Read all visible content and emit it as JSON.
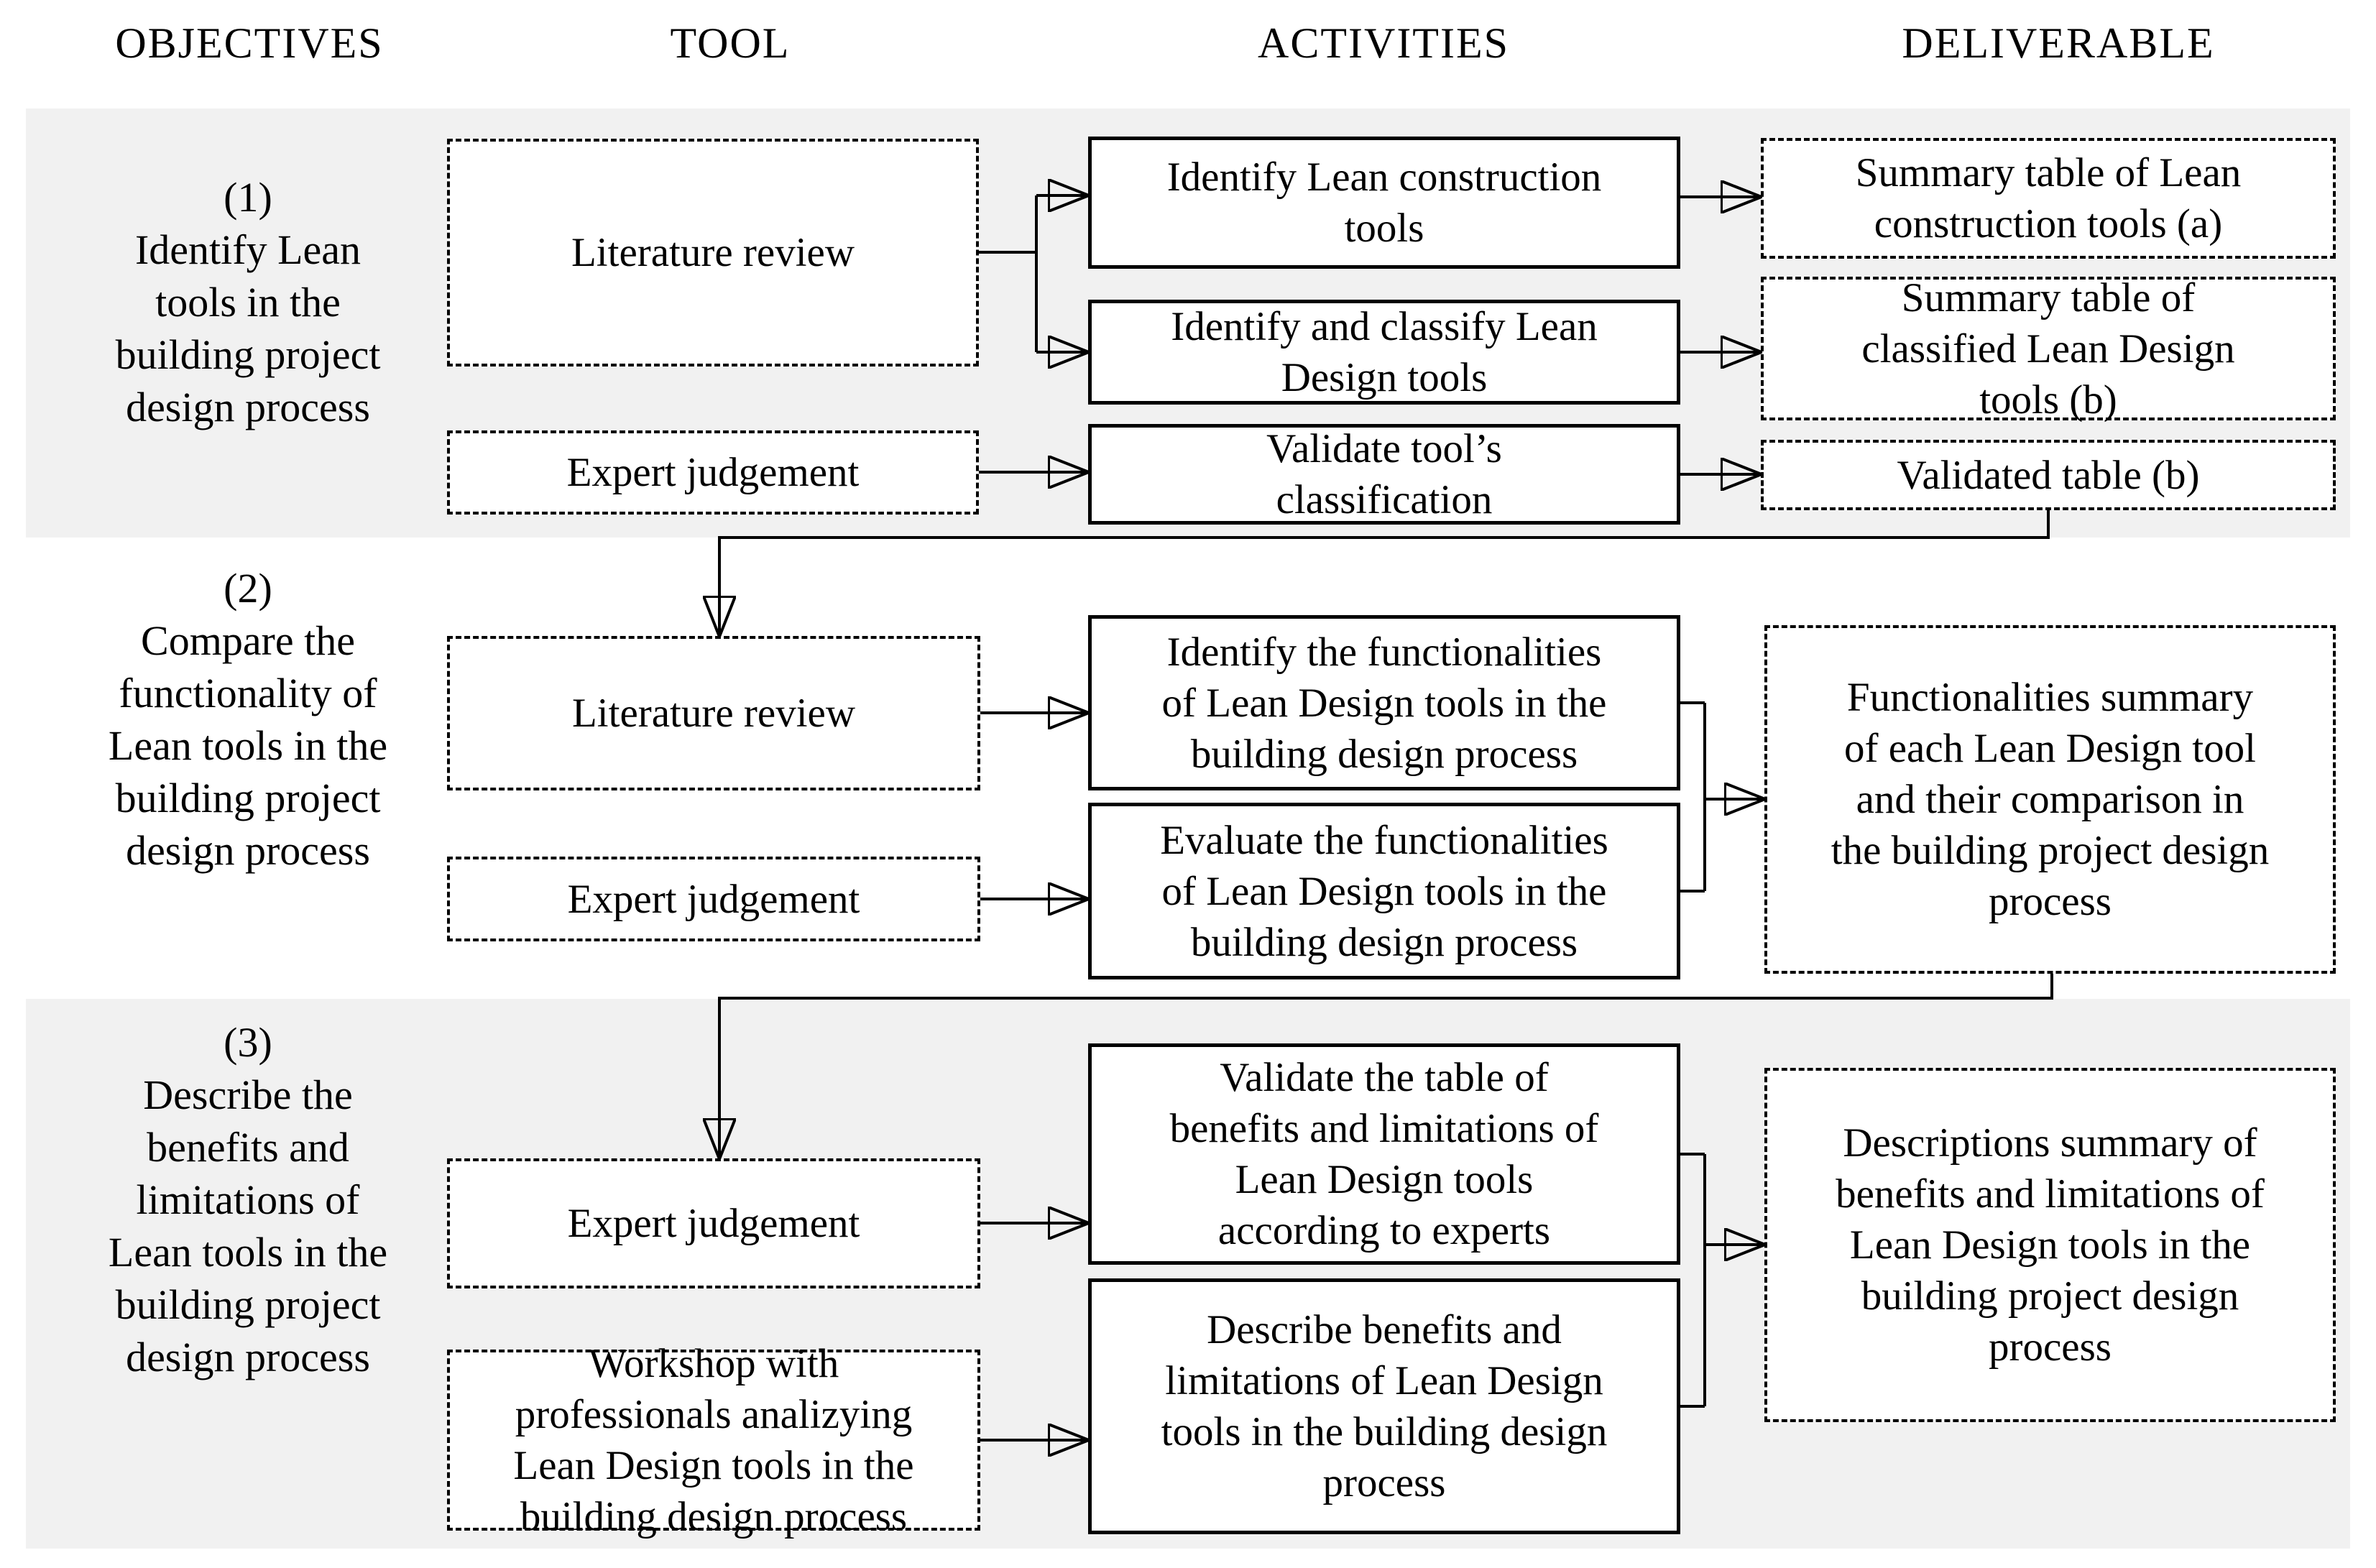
{
  "header": {
    "columns": [
      {
        "label": "OBJECTIVES"
      },
      {
        "label": "TOOL"
      },
      {
        "label": "ACTIVITIES"
      },
      {
        "label": "DELIVERABLE"
      }
    ]
  },
  "colors": {
    "section_band_gray": "#f1f1f1",
    "box_fill": "#ffffff",
    "line_black": "#000000"
  },
  "sections": [
    {
      "objective": "(1)\nIdentify Lean\ntools in the\nbuilding project\ndesign process",
      "tools": [
        {
          "label": "Literature review"
        },
        {
          "label": "Expert judgement"
        }
      ],
      "activities": [
        {
          "label": "Identify Lean construction\ntools"
        },
        {
          "label": "Identify and classify Lean\nDesign tools"
        },
        {
          "label": "Validate tool’s\nclassification"
        }
      ],
      "deliverables": [
        {
          "label": "Summary table of Lean\nconstruction tools (a)"
        },
        {
          "label": "Summary table of\nclassified Lean Design\ntools (b)"
        },
        {
          "label": "Validated table (b)"
        }
      ]
    },
    {
      "objective": "(2)\nCompare the\nfunctionality of\nLean tools in the\nbuilding project\ndesign process",
      "tools": [
        {
          "label": "Literature review"
        },
        {
          "label": "Expert judgement"
        }
      ],
      "activities": [
        {
          "label": "Identify the functionalities\nof Lean Design tools in the\nbuilding design process"
        },
        {
          "label": "Evaluate the functionalities\nof Lean Design tools in the\nbuilding design process"
        }
      ],
      "deliverables": [
        {
          "label": "Functionalities summary\nof each Lean Design tool\nand their comparison in\nthe building project design\nprocess"
        }
      ]
    },
    {
      "objective": "(3)\nDescribe the\nbenefits and\nlimitations of\nLean tools in the\nbuilding project\ndesign process",
      "tools": [
        {
          "label": "Expert judgement"
        },
        {
          "label": "Workshop with\nprofessionals analizying\nLean Design tools in the\nbuilding design process"
        }
      ],
      "activities": [
        {
          "label": "Validate the table of\nbenefits and limitations of\nLean Design tools\naccording to experts"
        },
        {
          "label": "Describe benefits and\nlimitations of Lean Design\ntools in the building design\nprocess"
        }
      ],
      "deliverables": [
        {
          "label": "Descriptions summary of\nbenefits and limitations of\nLean Design tools in the\nbuilding project design\nprocess"
        }
      ]
    }
  ]
}
